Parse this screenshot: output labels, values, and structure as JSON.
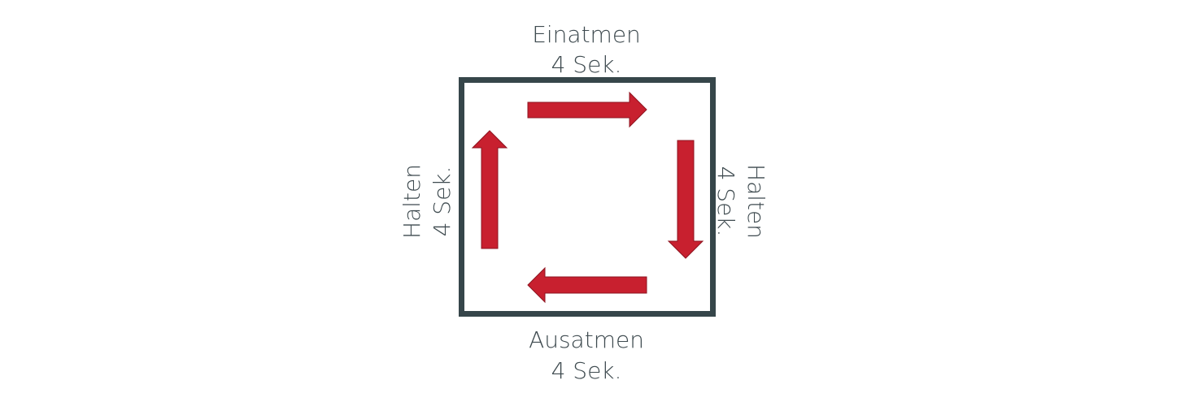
{
  "colors": {
    "frame": "#36464a",
    "arrow": "#c8202f",
    "arrow_stroke": "#8e1420",
    "text": "#3e4a4f"
  },
  "phases": {
    "top": {
      "name": "Einatmen",
      "duration": "4 Sek."
    },
    "right": {
      "name": "Halten",
      "duration": "4 Sek."
    },
    "bottom": {
      "name": "Ausatmen",
      "duration": "4 Sek."
    },
    "left": {
      "name": "Halten",
      "duration": "4 Sek."
    }
  },
  "arrows": [
    {
      "direction": "right",
      "icon": "arrow-right-icon"
    },
    {
      "direction": "down",
      "icon": "arrow-down-icon"
    },
    {
      "direction": "left",
      "icon": "arrow-left-icon"
    },
    {
      "direction": "up",
      "icon": "arrow-up-icon"
    }
  ]
}
